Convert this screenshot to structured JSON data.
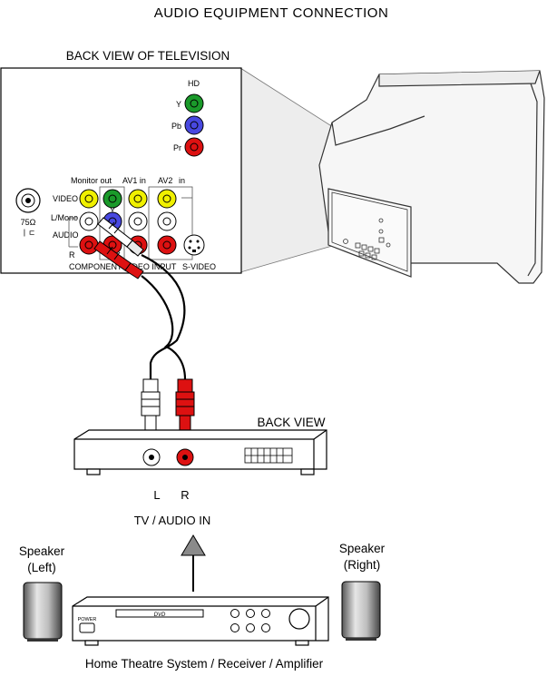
{
  "title": "AUDIO EQUIPMENT CONNECTION",
  "tv_back": {
    "heading": "BACK VIEW OF TELEVISION",
    "hd_label": "HD",
    "y_label": "Y",
    "pb_label": "Pb",
    "pr_label": "Pr",
    "monitor_out": "Monitor out",
    "av1_in": "AV1 in",
    "av2_in": "AV2",
    "av2_in_suffix": "in",
    "video": "VIDEO",
    "l_mono": "L/Mono",
    "audio": "AUDIO",
    "r": "R",
    "component_y": "Y",
    "component_input": "COMPONENT VIDEO INPUT",
    "s_video": "S-VIDEO",
    "ohm": "75Ω"
  },
  "receiver_back": {
    "heading": "BACK VIEW",
    "left": "L",
    "right": "R",
    "input_label": "TV / AUDIO IN"
  },
  "speakers": {
    "left_line1": "Speaker",
    "left_line2": "(Left)",
    "right_line1": "Speaker",
    "right_line2": "(Right)"
  },
  "system": {
    "power": "POWER",
    "dvd": "DVD",
    "caption": "Home Theatre System / Receiver / Amplifier"
  },
  "colors": {
    "green": "#1a9a2a",
    "blue": "#4848e0",
    "red": "#dd1111",
    "yellow": "#f0f000",
    "white": "#ffffff",
    "gray_panel": "#e8e8e8"
  }
}
